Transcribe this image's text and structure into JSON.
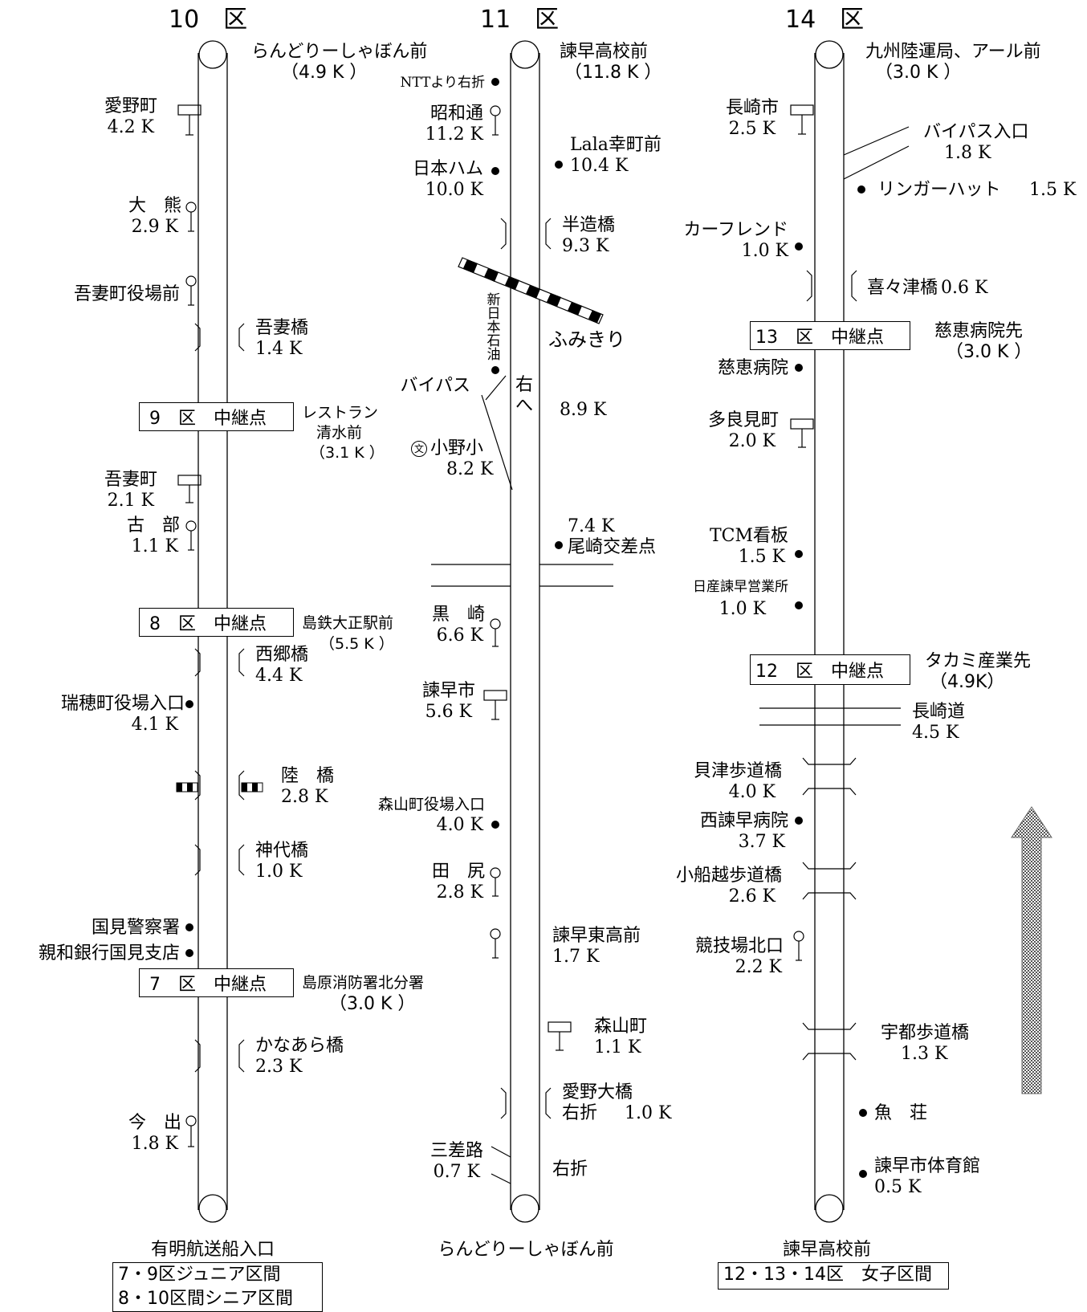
{
  "columns": [
    {
      "header": "10　区",
      "start": {
        "name": "らんどりーしゃぼん前",
        "dist": "（4.9 K ）"
      },
      "end": "有明航送船入口",
      "legend": [
        "7・9区ジュニア区間",
        "8・10区間シニア区間"
      ],
      "stations": [
        {
          "box": "9　区　中継点",
          "name_lines": [
            "レストラン",
            "清水前",
            "（3.1 K ）"
          ]
        },
        {
          "box": "8　区　中継点",
          "name_lines": [
            "島鉄大正駅前",
            "（5.5 K ）"
          ]
        },
        {
          "box": "7　区　中継点",
          "name_lines": [
            "島原消防署北分署",
            "（3.0 K ）"
          ]
        }
      ],
      "landmarks": [
        {
          "name": "愛野町",
          "dist": "4.2 K",
          "icon": "road-sign-icon"
        },
        {
          "name": "大　熊",
          "dist": "2.9 K",
          "icon": "bus-stop-icon"
        },
        {
          "name": "吾妻町役場前",
          "dist": "",
          "icon": "bus-stop-icon"
        },
        {
          "name": "吾妻橋",
          "dist": "1.4 K",
          "icon": "bridge-icon"
        },
        {
          "name": "吾妻町",
          "dist": "2.1 K",
          "icon": "road-sign-icon"
        },
        {
          "name": "古　部",
          "dist": "1.1 K",
          "icon": "bus-stop-icon"
        },
        {
          "name": "西郷橋",
          "dist": "4.4 K",
          "icon": "bridge-icon"
        },
        {
          "name": "瑞穂町役場入口",
          "dist": "4.1 K",
          "icon": "dot-marker-icon"
        },
        {
          "name": "陸　橋",
          "dist": "2.8 K",
          "icon": "railway-crossing-icon"
        },
        {
          "name": "神代橋",
          "dist": "1.0 K",
          "icon": "bridge-icon"
        },
        {
          "name": "国見警察署",
          "dist": "",
          "icon": "dot-marker-icon"
        },
        {
          "name": "親和銀行国見支店",
          "dist": "",
          "icon": "dot-marker-icon"
        },
        {
          "name": "かなあら橋",
          "dist": "2.3 K",
          "icon": "bridge-icon"
        },
        {
          "name": "今　出",
          "dist": "1.8 K",
          "icon": "bus-stop-icon"
        }
      ]
    },
    {
      "header": "11　区",
      "start": {
        "name": "諫早高校前",
        "dist": "（11.8 K ）"
      },
      "end": "らんどりーしゃぼん前",
      "landmarks": [
        {
          "name": "NTTより右折",
          "dist": "",
          "icon": "dot-marker-icon"
        },
        {
          "name": "昭和通",
          "dist": "11.2 K",
          "icon": "bus-stop-icon"
        },
        {
          "name": "Lala幸町前",
          "dist": "10.4 K",
          "icon": "dot-marker-icon"
        },
        {
          "name": "日本ハム",
          "dist": "10.0 K",
          "icon": "dot-marker-icon"
        },
        {
          "name": "半造橋",
          "dist": "9.3 K",
          "icon": "bridge-icon"
        },
        {
          "name": "ふみきり",
          "dist": "",
          "icon": "railway-crossing-icon"
        },
        {
          "name": "新日本石油",
          "dist": "",
          "icon": "dot-marker-icon"
        },
        {
          "name": "バイパス",
          "dist": "",
          "icon": "road-branch-icon"
        },
        {
          "name": "右へ",
          "dist": "8.9 K",
          "icon": ""
        },
        {
          "name": "小野小",
          "dist": "8.2 K",
          "icon": "school-icon",
          "symbol": "文"
        },
        {
          "name": "尾崎交差点",
          "dist": "7.4 K",
          "icon": "dot-marker-icon"
        },
        {
          "name": "黒　崎",
          "dist": "6.6 K",
          "icon": "bus-stop-icon"
        },
        {
          "name": "諫早市",
          "dist": "5.6 K",
          "icon": "road-sign-icon"
        },
        {
          "name": "森山町役場入口",
          "dist": "4.0 K",
          "icon": "dot-marker-icon"
        },
        {
          "name": "田　尻",
          "dist": "2.8 K",
          "icon": "bus-stop-icon"
        },
        {
          "name": "諫早東高前",
          "dist": "1.7 K",
          "icon": "bus-stop-icon"
        },
        {
          "name": "森山町",
          "dist": "1.1 K",
          "icon": "road-sign-icon"
        },
        {
          "name": "愛野大橋",
          "dist": "1.0 K",
          "note": "右折",
          "icon": "bridge-icon"
        },
        {
          "name": "三差路",
          "dist": "0.7 K",
          "icon": "road-branch-icon"
        },
        {
          "name": "右折",
          "dist": "",
          "icon": ""
        }
      ]
    },
    {
      "header": "14　区",
      "start": {
        "name": "九州陸運局、アール前",
        "dist": "（3.0 K ）"
      },
      "end": "諫早高校前",
      "legend": [
        "12・13・14区　女子区間"
      ],
      "stations": [
        {
          "box": "13　区　中継点",
          "name_lines": [
            "慈恵病院先",
            "（3.0 K ）"
          ]
        },
        {
          "box": "12　区　中継点",
          "name_lines": [
            "タカミ産業先",
            "（4.9K）"
          ]
        }
      ],
      "landmarks": [
        {
          "name": "長崎市",
          "dist": "2.5 K",
          "icon": "road-sign-icon"
        },
        {
          "name": "バイパス入口",
          "dist": "1.8 K",
          "icon": "road-branch-icon"
        },
        {
          "name": "リンガーハット",
          "dist": "1.5 K",
          "icon": "dot-marker-icon"
        },
        {
          "name": "カーフレンド",
          "dist": "1.0 K",
          "icon": "dot-marker-icon"
        },
        {
          "name": "喜々津橋",
          "dist": "0.6 K",
          "icon": "bridge-icon"
        },
        {
          "name": "慈恵病院",
          "dist": "",
          "icon": "dot-marker-icon"
        },
        {
          "name": "多良見町",
          "dist": "2.0 K",
          "icon": "road-sign-icon"
        },
        {
          "name": "TCM看板",
          "dist": "1.5 K",
          "icon": "dot-marker-icon"
        },
        {
          "name": "日産諫早営業所",
          "dist": "1.0 K",
          "icon": "dot-marker-icon"
        },
        {
          "name": "長崎道",
          "dist": "4.5 K",
          "icon": "overpass-icon"
        },
        {
          "name": "貝津歩道橋",
          "dist": "4.0 K",
          "icon": "footbridge-icon"
        },
        {
          "name": "西諫早病院",
          "dist": "3.7 K",
          "icon": "dot-marker-icon"
        },
        {
          "name": "小船越歩道橋",
          "dist": "2.6 K",
          "icon": "footbridge-icon"
        },
        {
          "name": "競技場北口",
          "dist": "2.2 K",
          "icon": "bus-stop-icon"
        },
        {
          "name": "宇都歩道橋",
          "dist": "1.3 K",
          "icon": "footbridge-icon"
        },
        {
          "name": "魚　荘",
          "dist": "",
          "icon": "dot-marker-icon"
        },
        {
          "name": "諫早市体育館",
          "dist": "0.5 K",
          "icon": "dot-marker-icon"
        }
      ]
    }
  ],
  "direction_arrow": {
    "icon": "up-arrow-icon",
    "direction": "up"
  }
}
